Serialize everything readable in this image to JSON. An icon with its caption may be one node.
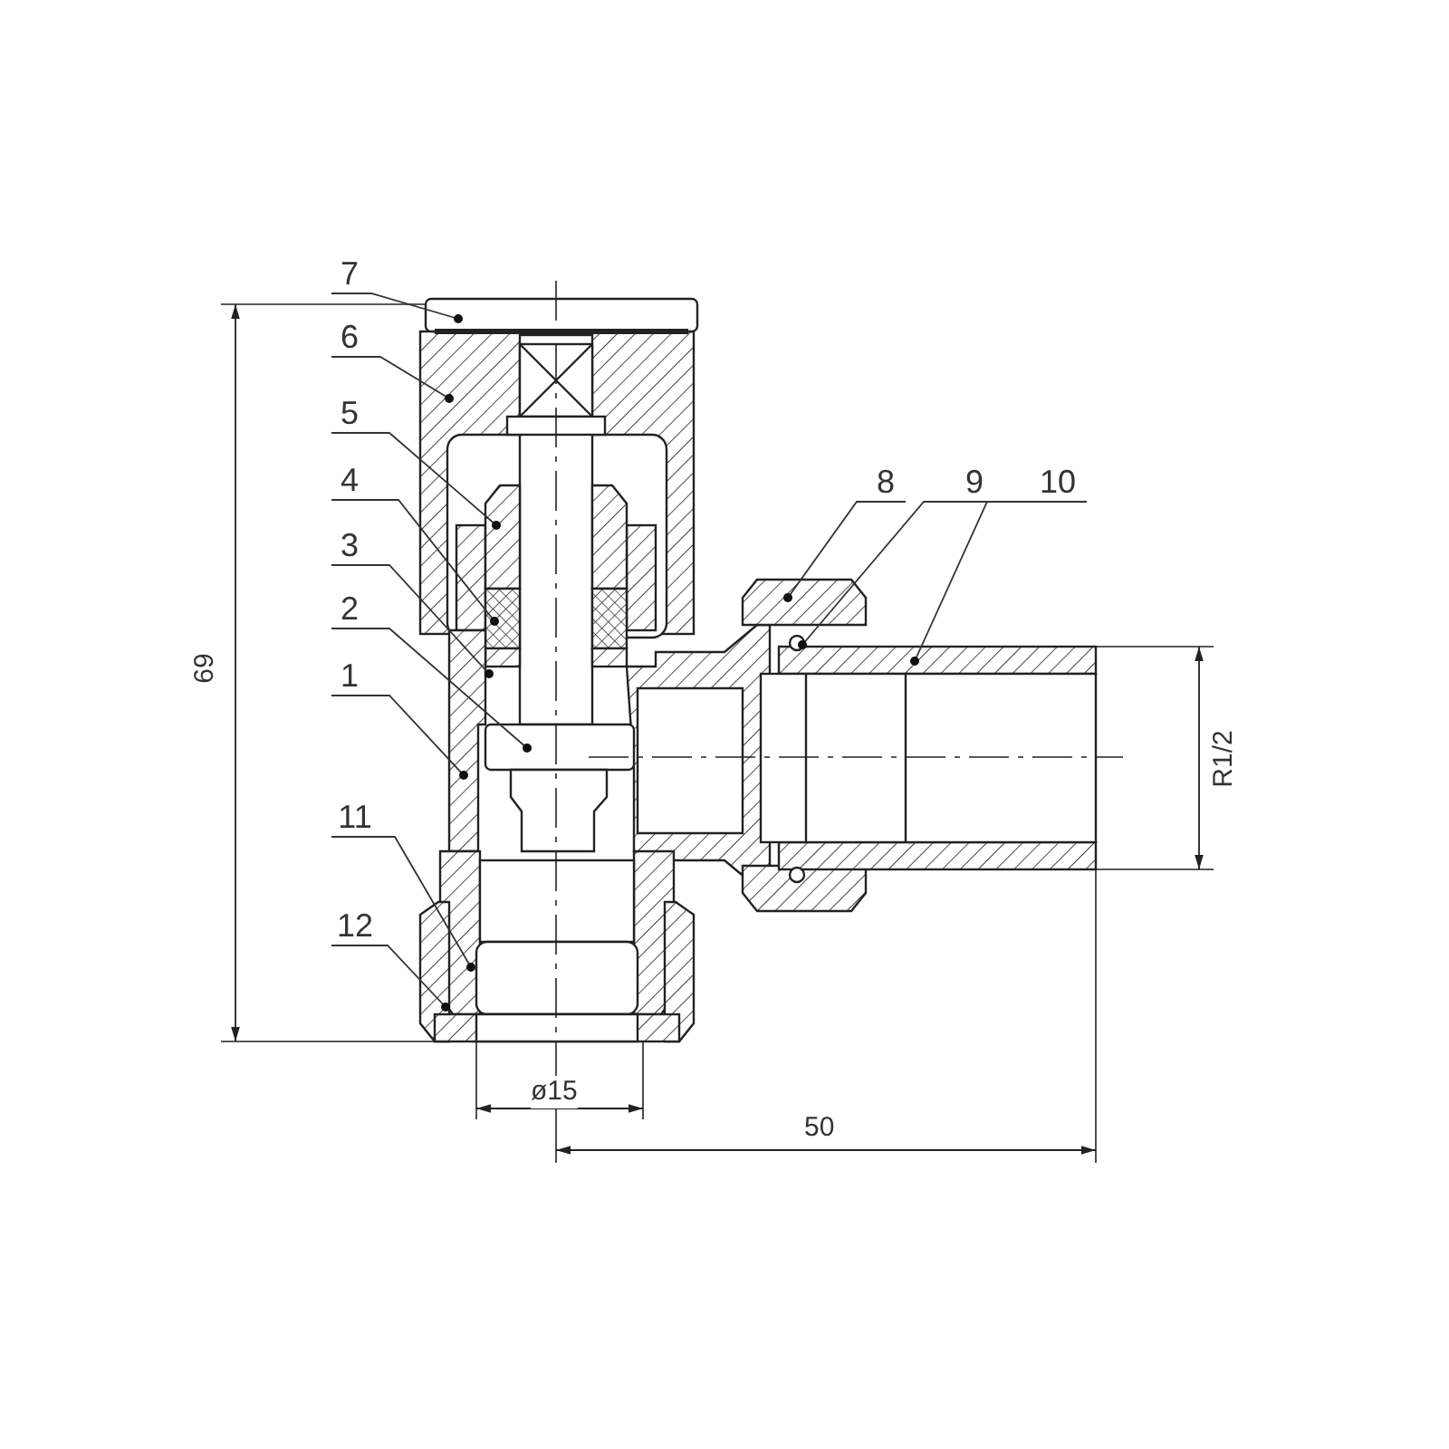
{
  "diagram": {
    "nodes": [
      {
        "text": [
          "7"
        ]
      },
      {
        "text": [
          "6"
        ]
      },
      {
        "text": [
          "5"
        ]
      },
      {
        "text": [
          "4"
        ]
      },
      {
        "text": [
          "3"
        ]
      },
      {
        "text": [
          "2"
        ]
      },
      {
        "text": [
          "1"
        ]
      },
      {
        "text": [
          "11"
        ]
      },
      {
        "text": [
          "12"
        ]
      },
      {
        "text": [
          "8"
        ]
      },
      {
        "text": [
          "9"
        ]
      },
      {
        "text": [
          "10"
        ]
      }
    ],
    "edges": [
      {
        "from": 0,
        "to": null,
        "arrow": "other"
      },
      {
        "from": 1,
        "to": null,
        "arrow": "other"
      },
      {
        "from": 2,
        "to": null,
        "arrow": "other"
      },
      {
        "from": 3,
        "to": null,
        "arrow": "other"
      },
      {
        "from": 4,
        "to": null,
        "arrow": "other"
      },
      {
        "from": 5,
        "to": null,
        "arrow": "other"
      },
      {
        "from": 6,
        "to": null,
        "arrow": "other"
      },
      {
        "from": 7,
        "to": null,
        "arrow": "other"
      },
      {
        "from": 8,
        "to": null,
        "arrow": "other"
      },
      {
        "from": 9,
        "to": null,
        "arrow": "other"
      },
      {
        "from": 10,
        "to": null,
        "arrow": "other"
      },
      {
        "from": 11,
        "to": null,
        "arrow": "other"
      }
    ],
    "labels": [
      "69",
      "R1/2",
      "ø15",
      "50"
    ]
  }
}
